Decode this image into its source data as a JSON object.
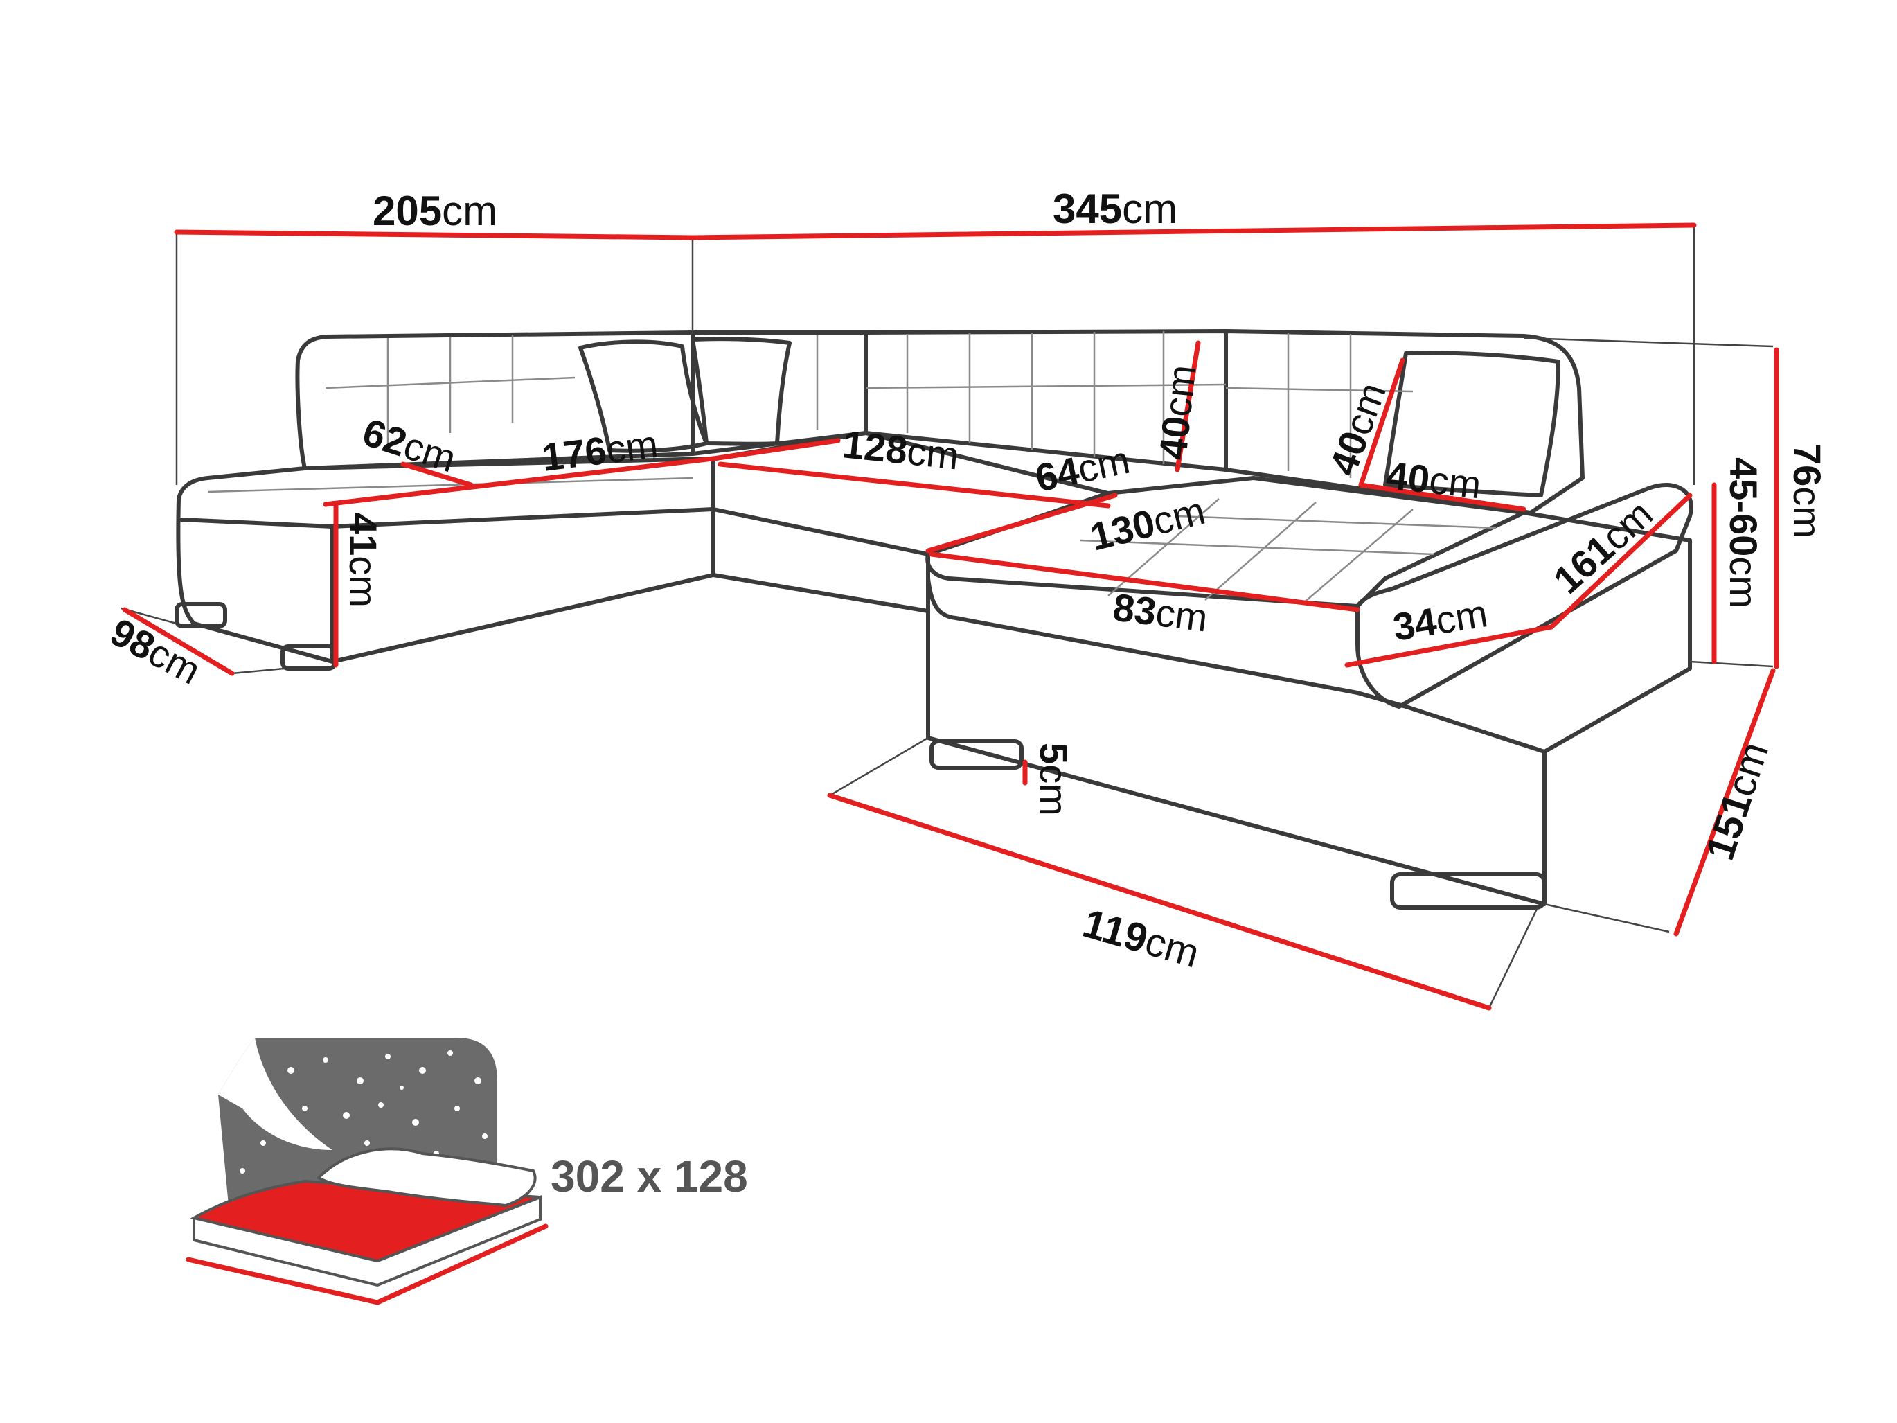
{
  "dimensions": {
    "w_left": {
      "num": "205",
      "unit": "cm"
    },
    "w_right": {
      "num": "345",
      "unit": "cm"
    },
    "seat_depth_left": {
      "num": "62",
      "unit": "cm"
    },
    "seat_len_left": {
      "num": "176",
      "unit": "cm"
    },
    "seat_len_mid": {
      "num": "128",
      "unit": "cm"
    },
    "seat_depth_mid": {
      "num": "64",
      "unit": "cm"
    },
    "back_height_mid": {
      "num": "40",
      "unit": "cm"
    },
    "pillow_h": {
      "num": "40",
      "unit": "cm"
    },
    "pillow_w": {
      "num": "40",
      "unit": "cm"
    },
    "chaise_len": {
      "num": "130",
      "unit": "cm"
    },
    "chaise_width": {
      "num": "83",
      "unit": "cm"
    },
    "arm_width": {
      "num": "34",
      "unit": "cm"
    },
    "arm_length": {
      "num": "161",
      "unit": "cm"
    },
    "seat_height": {
      "num": "45-60",
      "unit": "cm"
    },
    "total_height": {
      "num": "76",
      "unit": "cm"
    },
    "left_seat_height": {
      "num": "41",
      "unit": "cm"
    },
    "left_depth": {
      "num": "98",
      "unit": "cm"
    },
    "leg_height": {
      "num": "5",
      "unit": "cm"
    },
    "bottom_width": {
      "num": "119",
      "unit": "cm"
    },
    "right_depth": {
      "num": "151",
      "unit": "cm"
    }
  },
  "bed": {
    "size_label": "302 x 128",
    "icon": "bed-sleeping-area-icon",
    "colors": {
      "mattress": "#e3201f",
      "night": "#6b6b6b",
      "stars": "#ffffff"
    }
  },
  "colors": {
    "dimension_line": "#e3201f",
    "outline": "#3a3a3a",
    "text": "#111111"
  }
}
